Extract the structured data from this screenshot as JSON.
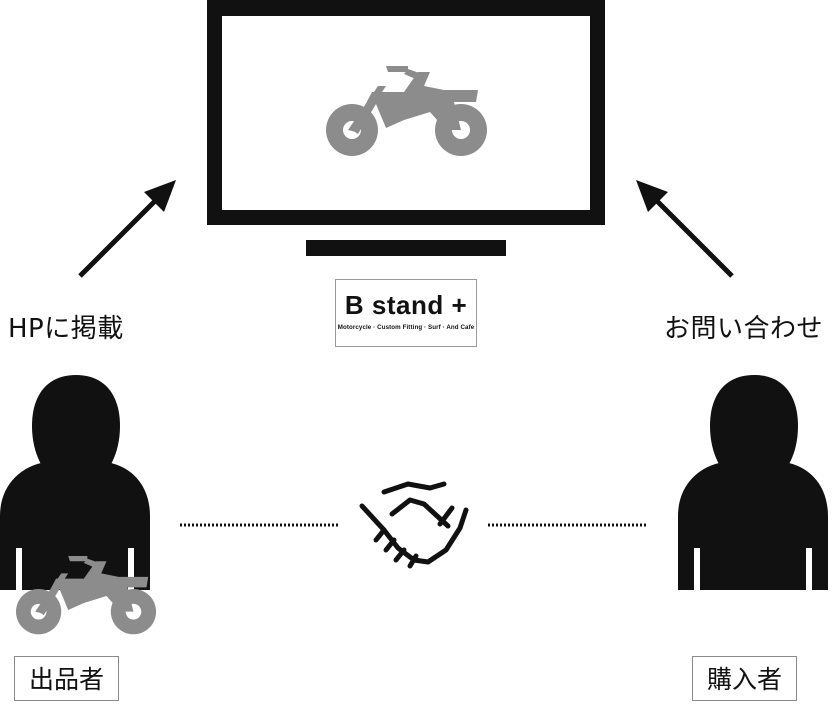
{
  "labels": {
    "seller_action": "HPに掲載",
    "buyer_action": "お問い合わせ",
    "seller": "出品者",
    "buyer": "購入者"
  },
  "brand": {
    "name": "B stand +",
    "tagline": "Motorcycle · Custom Fitting · Surf · And Cafe"
  },
  "icons": {
    "monitor": "monitor-icon",
    "motorcycle": "motorcycle-icon",
    "person": "person-icon",
    "handshake": "handshake-icon",
    "arrow": "arrow-icon"
  },
  "colors": {
    "dark": "#111111",
    "bike_gray": "#8c8c8c",
    "border_gray": "#8a8a8a"
  }
}
